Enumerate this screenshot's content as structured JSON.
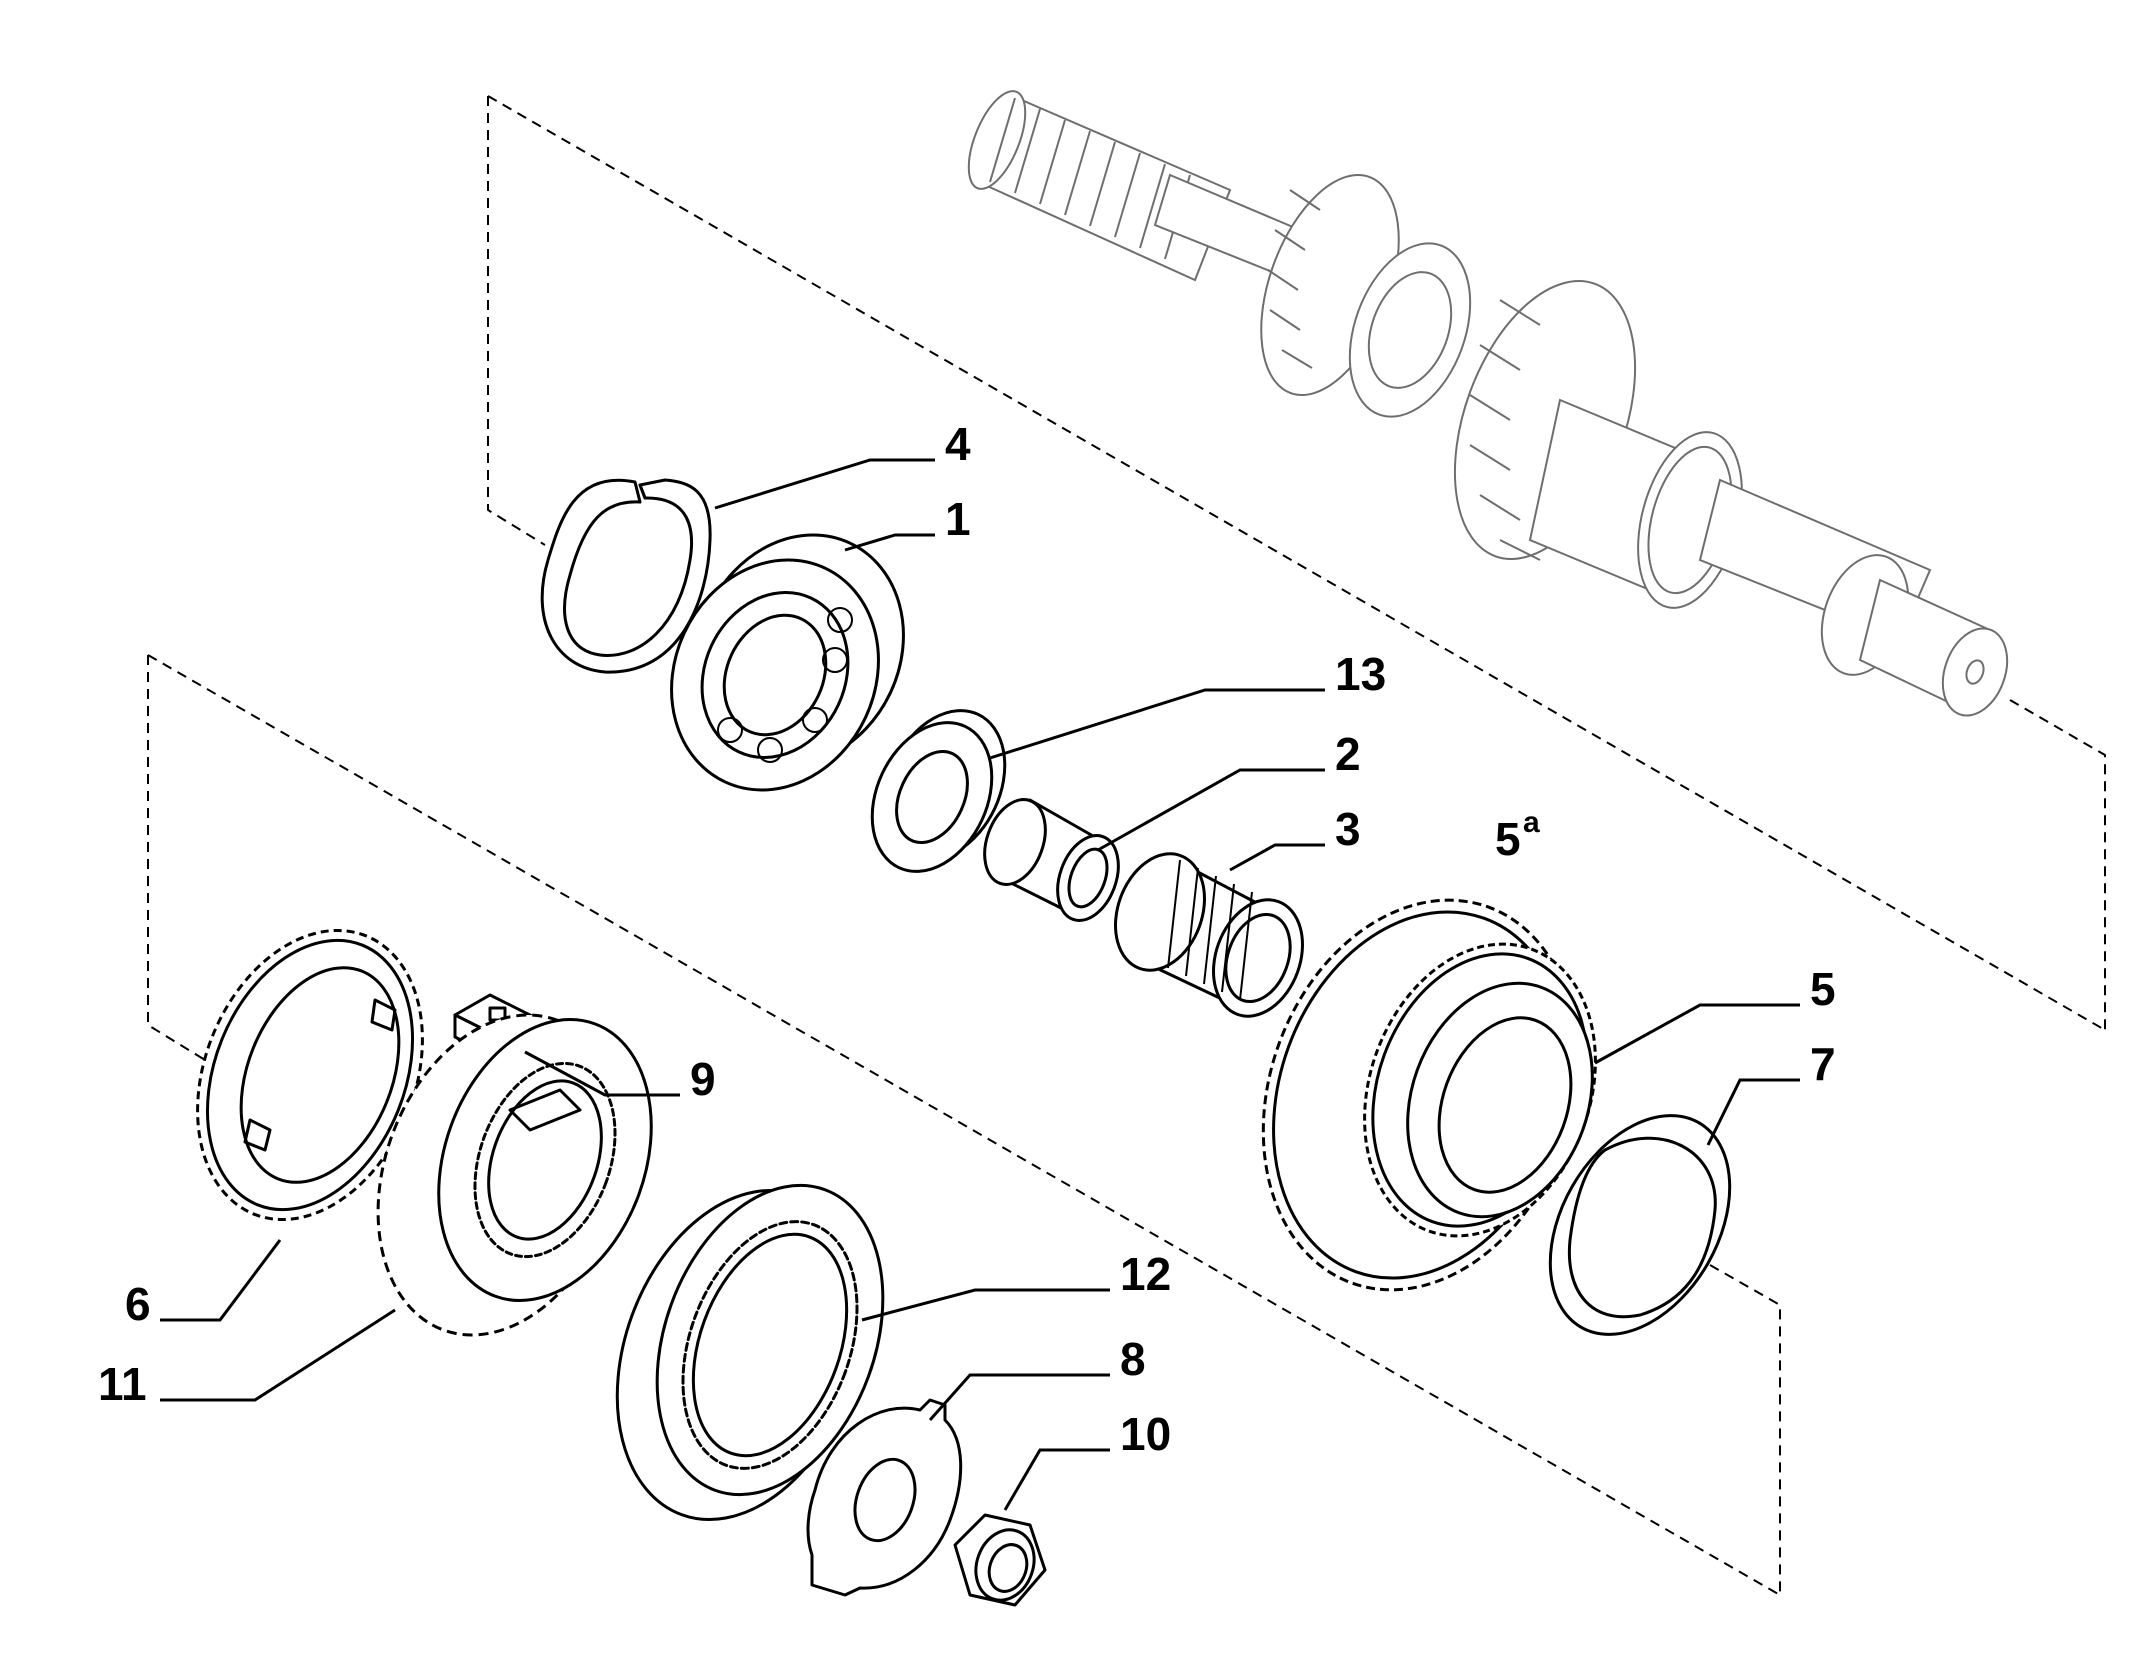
{
  "diagram": {
    "callouts": {
      "p1": "1",
      "p2": "2",
      "p3": "3",
      "p4": "4",
      "p5": "5",
      "p5a_base": "5",
      "p5a_sup": "a",
      "p6": "6",
      "p7": "7",
      "p8": "8",
      "p9": "9",
      "p10": "10",
      "p11": "11",
      "p12": "12",
      "p13": "13"
    },
    "colors": {
      "line": "#000000",
      "shaft_line": "#6e6e6e",
      "background": "#ffffff"
    }
  }
}
